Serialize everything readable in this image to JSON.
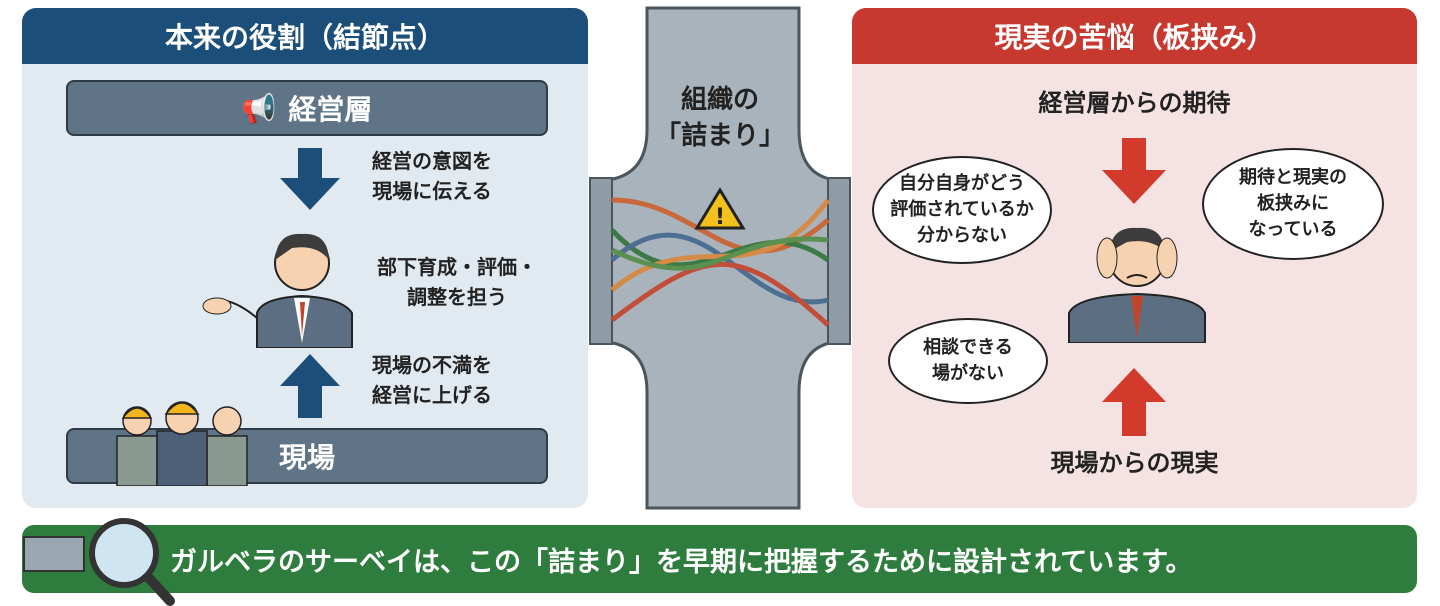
{
  "left": {
    "title": "本来の役割（結節点）",
    "top_label": "経営層",
    "bottom_label": "現場",
    "down_text": [
      "経営の意図を",
      "現場に伝える"
    ],
    "middle_text": [
      "部下育成・評価・",
      "調整を担う"
    ],
    "up_text": [
      "現場の不満を",
      "経営に上げる"
    ]
  },
  "center": {
    "title": [
      "組織の",
      "「詰まり」"
    ]
  },
  "right": {
    "title": "現実の苦悩（板挟み）",
    "top_label": "経営層からの期待",
    "bottom_label": "現場からの現実",
    "cloud1": [
      "自分自身がどう",
      "評価されているか",
      "分からない"
    ],
    "cloud2": [
      "期待と現実の",
      "板挟みに",
      "なっている"
    ],
    "cloud3": [
      "相談できる",
      "場がない"
    ]
  },
  "footer": {
    "text": "ガルベラのサーベイは、この「詰まり」を早期に把握するために設計されています。"
  },
  "colors": {
    "blue": "#1b4f79",
    "red": "#c7382f",
    "green": "#2f7d3e"
  }
}
